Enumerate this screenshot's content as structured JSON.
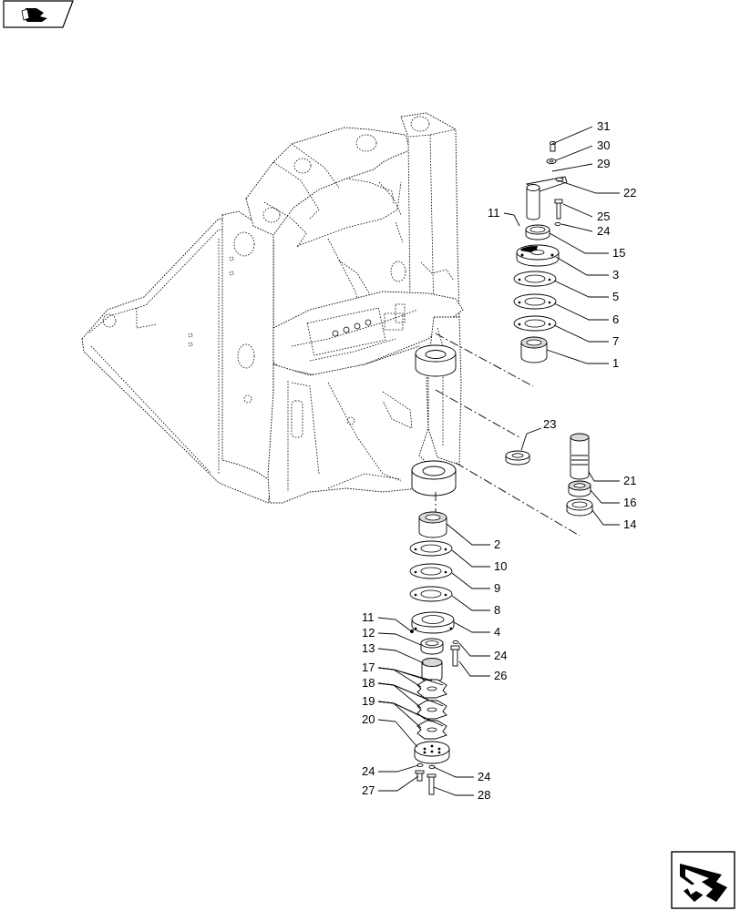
{
  "icons": {
    "top_left": "book-navigation-icon",
    "bottom_right": "next-page-arrow-icon"
  },
  "callouts": [
    "31",
    "30",
    "29",
    "22",
    "25",
    "24",
    "11",
    "15",
    "3",
    "5",
    "6",
    "7",
    "1",
    "23",
    "21",
    "16",
    "14",
    "2",
    "10",
    "9",
    "8",
    "4",
    "11",
    "12",
    "24",
    "13",
    "26",
    "17",
    "18",
    "19",
    "20",
    "24",
    "24",
    "27",
    "28"
  ]
}
